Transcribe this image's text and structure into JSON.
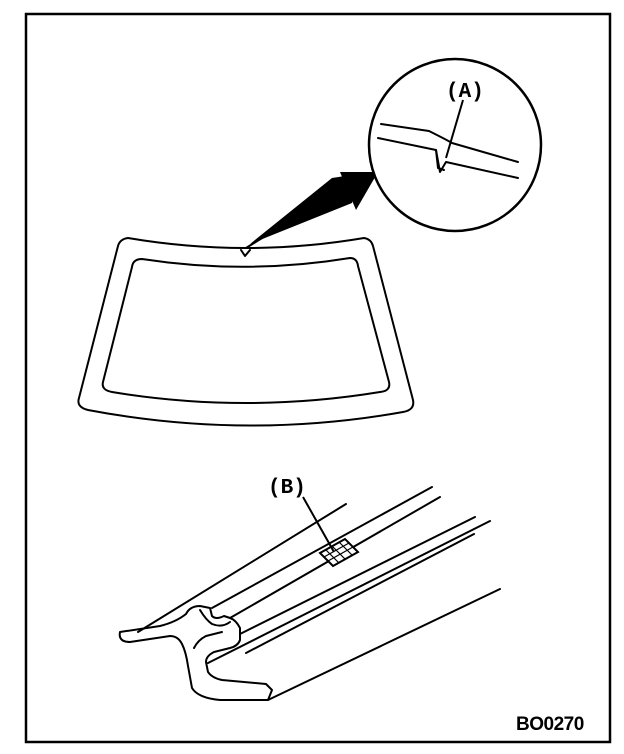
{
  "labels": {
    "a": "(A)",
    "b": "(B)"
  },
  "figure_code": "BO0270"
}
